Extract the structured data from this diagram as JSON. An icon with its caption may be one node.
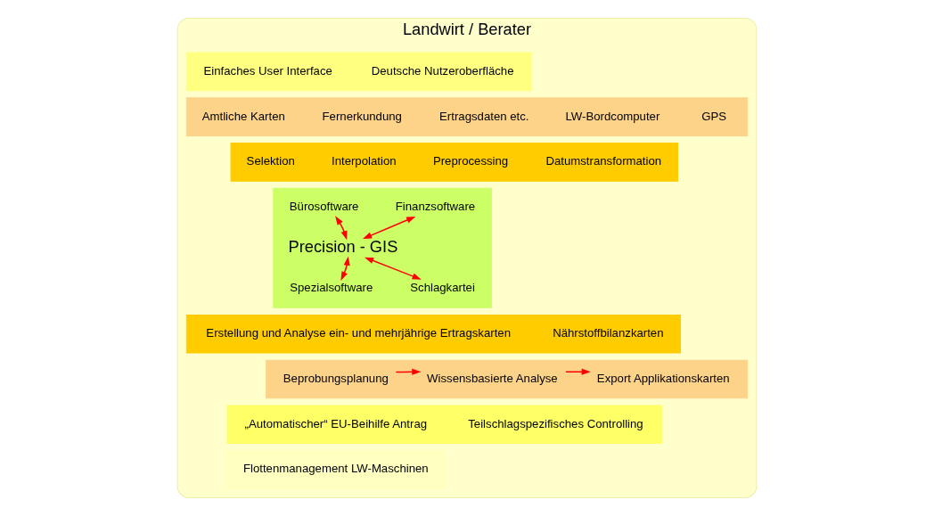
{
  "diagram": {
    "nodes": [
      {
        "text": [
          "Landwirt / Berater"
        ]
      },
      {
        "text": [],
        "shape": "box",
        "in": 0
      },
      {
        "text": [
          "Einfaches User Interface"
        ],
        "in": 1
      },
      {
        "text": [
          "Deutsche Nutzeroberfläche"
        ],
        "in": 1
      },
      {
        "text": [],
        "shape": "box",
        "in": 0
      },
      {
        "text": [
          "Amtliche Karten"
        ],
        "in": 4
      },
      {
        "text": [
          "Fernerkundung"
        ],
        "in": 4
      },
      {
        "text": [
          "Ertragsdaten etc."
        ],
        "in": 4
      },
      {
        "text": [
          "LW-Bordcomputer"
        ],
        "in": 4
      },
      {
        "text": [
          "GPS"
        ],
        "in": 4
      },
      {
        "text": [],
        "shape": "box",
        "in": 0
      },
      {
        "text": [
          "Selektion"
        ],
        "in": 10
      },
      {
        "text": [
          "Interpolation"
        ],
        "in": 10
      },
      {
        "text": [
          "Preprocessing"
        ],
        "in": 10
      },
      {
        "text": [
          "Datumstransformation"
        ],
        "in": 10
      },
      {
        "text": [],
        "shape": "box",
        "in": 0
      },
      {
        "text": [
          "Bürosoftware"
        ],
        "in": 15
      },
      {
        "text": [
          "Spezialsoftware"
        ],
        "in": 15
      },
      {
        "text": [
          "Precision - GIS"
        ],
        "in": 15
      },
      {
        "text": [
          "Finanzsoftware"
        ],
        "in": 15
      },
      {
        "text": [
          "Schlagkartei"
        ],
        "in": 15
      },
      {
        "text": [],
        "shape": "box",
        "in": 0
      },
      {
        "text": [
          "Erstellung und Analyse ein- und mehrjährige Ertragskarten"
        ],
        "in": 21
      },
      {
        "text": [
          "Nährstoffbilanzkarten"
        ],
        "in": 21
      },
      {
        "text": [],
        "shape": "box",
        "in": 0
      },
      {
        "text": [
          "Beprobungsplanung"
        ],
        "in": 24
      },
      {
        "text": [
          "Wissensbasierte Analyse"
        ],
        "in": 24
      },
      {
        "text": [
          "Export Applikationskarten"
        ],
        "in": 24
      },
      {
        "text": [],
        "shape": "box",
        "in": 0
      },
      {
        "text": [
          "„Automatischer“ EU-Beihilfe Antrag"
        ],
        "in": 28
      },
      {
        "text": [
          "Teilschlagspezifisches Controlling"
        ],
        "in": 28
      },
      {
        "text": [],
        "shape": "box",
        "in": 0
      },
      {
        "text": [
          "Flottenmanagement LW-Maschinen"
        ],
        "in": 31
      }
    ],
    "edges": [
      {
        "from": 16,
        "to": 18,
        "arrow": "both"
      },
      {
        "from": 17,
        "to": 18,
        "arrow": "both"
      },
      {
        "from": 18,
        "to": 19,
        "arrow": "both"
      },
      {
        "from": 18,
        "to": 20,
        "arrow": "both"
      },
      {
        "from": 25,
        "to": 26,
        "arrow": "to"
      },
      {
        "from": 26,
        "to": 27,
        "arrow": "to"
      }
    ]
  }
}
